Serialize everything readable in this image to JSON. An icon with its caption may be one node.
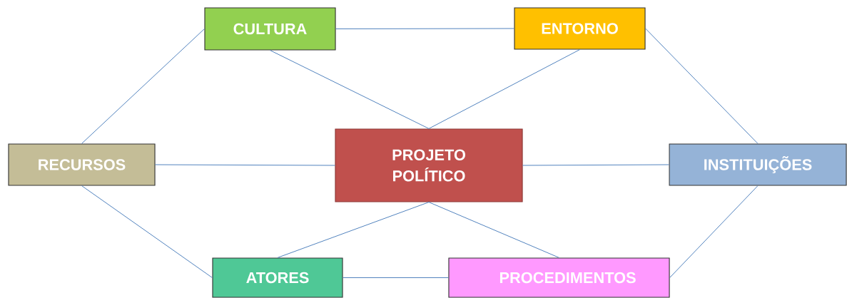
{
  "diagram": {
    "nodes": [
      {
        "text": [
          "PROJETO POLÍTICO"
        ]
      },
      {
        "text": [
          "CULTURA"
        ]
      },
      {
        "text": [
          "ENTORNO"
        ]
      },
      {
        "text": [
          "RECURSOS"
        ]
      },
      {
        "text": [
          "INSTITUIÇÕES"
        ]
      },
      {
        "text": [
          "ATORES"
        ]
      },
      {
        "text": [
          "PROCEDIMENTOS"
        ]
      }
    ],
    "edges": [
      {
        "from": 1,
        "to": 2,
        "arrow": "none"
      },
      {
        "from": 1,
        "to": 0,
        "arrow": "none"
      },
      {
        "from": 2,
        "to": 0,
        "arrow": "none"
      },
      {
        "from": 1,
        "to": 3,
        "arrow": "none"
      },
      {
        "from": 2,
        "to": 4,
        "arrow": "none"
      },
      {
        "from": 3,
        "to": 0,
        "arrow": "none"
      },
      {
        "from": 0,
        "to": 4,
        "arrow": "none"
      },
      {
        "from": 3,
        "to": 5,
        "arrow": "none"
      },
      {
        "from": 4,
        "to": 6,
        "arrow": "none"
      },
      {
        "from": 0,
        "to": 5,
        "arrow": "none"
      },
      {
        "from": 0,
        "to": 6,
        "arrow": "none"
      },
      {
        "from": 5,
        "to": 6,
        "arrow": "none"
      }
    ]
  }
}
